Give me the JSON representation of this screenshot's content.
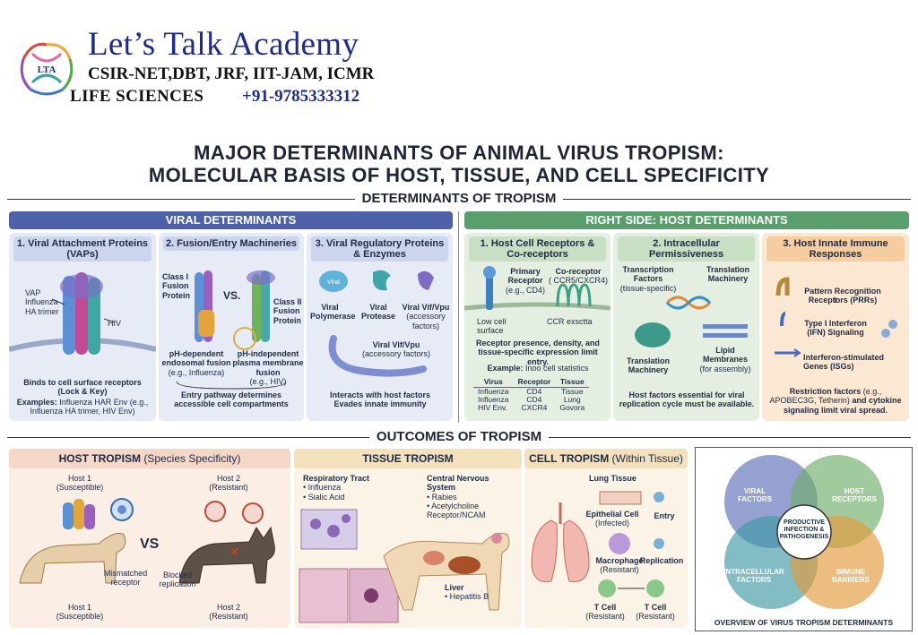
{
  "header": {
    "academy": "Let’s Talk Academy",
    "exams": "CSIR-NET,DBT, JRF, IIT-JAM, ICMR",
    "life": "LIFE SCIENCES",
    "phone": "+91-9785333312",
    "logo_text": "LTA"
  },
  "title": {
    "line1": "MAJOR DETERMINANTS OF ANIMAL VIRUS TROPISM:",
    "line2": "MOLECULAR BASIS OF HOST, TISSUE, AND CELL SPECIFICITY"
  },
  "section_determinants": "DETERMINANTS OF TROPISM",
  "section_outcomes": "OUTCOMES OF TROPISM",
  "viral": {
    "header": "VIRAL DETERMINANTS",
    "vap": {
      "title": "1. Viral Attachment Proteins (VAPs)",
      "vap_label": "VAP",
      "vap_sub1": "Influenza",
      "vap_sub2": "HA trimer",
      "hiv": "HIV",
      "desc": "Binds to cell surface receptors (Lock & Key)",
      "examples_label": "Examples:",
      "examples": "Influenza HAR Env (e.g., Influenza HA trimer, HIV Env)"
    },
    "fusion": {
      "title": "2. Fusion/Entry Machineries",
      "class1": "Class I Fusion Protein",
      "vs": "VS.",
      "class2": "Class II Fusion Protein",
      "ph_dep": "pH-dependent endosomal fusion",
      "ph_dep_eg": "(e.g., Influenza)",
      "ph_ind": "pH-independent plasma membrane fusion",
      "ph_ind_eg": "(e.g., HIV)",
      "desc": "Entry pathway determines accessible cell compartments"
    },
    "regulatory": {
      "title": "3. Viral Regulatory Proteins & Enzymes",
      "blob": "Viral",
      "polymerase": "Viral Polymerase",
      "protease": "Viral Protease",
      "vif1": "Viral Vif/Vpu",
      "vif1_sub": "(accessory factors)",
      "vif2": "Viral Vif/Vpu",
      "vif2_sub": "(accessory factors)",
      "desc": "Interacts with host factors Evades innate immunity"
    }
  },
  "host": {
    "header": "RIGHT SIDE: HOST DETERMINANTS",
    "receptors": {
      "title": "1. Host Cell Receptors & Co-receptors",
      "primary": "Primary Receptor",
      "primary_eg": "(e.g., CD4)",
      "coreceptor": "Co-receptor",
      "coreceptor_eg": "( CCR5/CXCR4)",
      "surface": "Low cell surface",
      "ccr": "CCR exsctta",
      "desc": "Receptor presence, density, and tissue-specific expression limit entry.",
      "example_label": "Example:",
      "example": "Inoo cell statistics",
      "table_headers": [
        "Virus",
        "Receptor",
        "Tissue"
      ],
      "table_rows": [
        [
          "Influenza",
          "CD4",
          "Tissue"
        ],
        [
          "Influenza",
          "CD4",
          "Lung"
        ],
        [
          "HIV Env.",
          "CXCR4",
          "Govora"
        ]
      ]
    },
    "permissive": {
      "title": "2. Intracellular Permissiveness",
      "tf": "Transcription Factors",
      "tf_sub": "(tissue-specific)",
      "tm_top": "Translation Machinery",
      "tm_bottom": "Translation Machinery",
      "lipid": "Lipid Membranes",
      "lipid_sub": "(for assembly)",
      "desc": "Host factors essential for viral replication cycle must be available."
    },
    "immune": {
      "title": "3. Host Innate Immune Responses",
      "prr": "Pattern Recognition Receptors (PRRs)",
      "ifn": "Type I Interferon (IFN) Signaling",
      "isg": "Interferon-stimulated Genes (ISGs)",
      "restriction": "Restriction factors",
      "restriction_eg": "(e.g., APOBEC3G, Tetherin)",
      "restriction_end": "and cytokine signaling limit viral spread."
    }
  },
  "outcomes": {
    "host_tropism": {
      "title": "HOST TROPISM",
      "title_sub": "(Species Specificity)",
      "host1": "Host 1",
      "host1_sub": "(Susceptible)",
      "host2": "Host 2",
      "host2_sub": "(Resistant)",
      "vs": "VS",
      "mismatch": "Mismatched receptor",
      "blocked": "Blocked replication",
      "host1_b": "Host 1",
      "host1_b_sub": "(Susceptible)",
      "host2_b": "Host 2",
      "host2_b_sub": "(Resistant)"
    },
    "tissue_tropism": {
      "title": "TISSUE TROPISM",
      "resp": "Respiratory Tract",
      "resp_items": [
        "Influenza",
        "Sialic Acid"
      ],
      "cns": "Central Nervous System",
      "cns_items": [
        "Rabies",
        "Acetylcholine Receptor/NCAM"
      ],
      "liver": "Liver",
      "liver_items": [
        "Hepatitis B"
      ]
    },
    "cell_tropism": {
      "title": "CELL TROPISM",
      "title_sub": "(Within Tissue)",
      "lung": "Lung Tissue",
      "epithelial": "Epithelial Cell",
      "epithelial_sub": "(Infected)",
      "entry": "Entry",
      "macrophage": "Macrophage",
      "macrophage_sub": "(Resistant)",
      "replication": "Replication",
      "tcell1": "T Cell",
      "tcell1_sub": "(Resistant)",
      "tcell2": "T Cell",
      "tcell2_sub": "(Resistant)"
    },
    "venn": {
      "viral": "VIRAL FACTORS",
      "host": "HOST RECEPTORS",
      "intra": "INTRACELLULAR FACTORS",
      "immune": "IMMUNE BARRIERS",
      "center": "PRODUCTIVE INFECTION & PATHOGENESIS",
      "caption": "OVERVIEW OF VIRUS TROPISM DETERMINANTS",
      "colors": [
        "#5b6fb8",
        "#6fae6a",
        "#3f9aa6",
        "#e39a3b"
      ]
    }
  }
}
